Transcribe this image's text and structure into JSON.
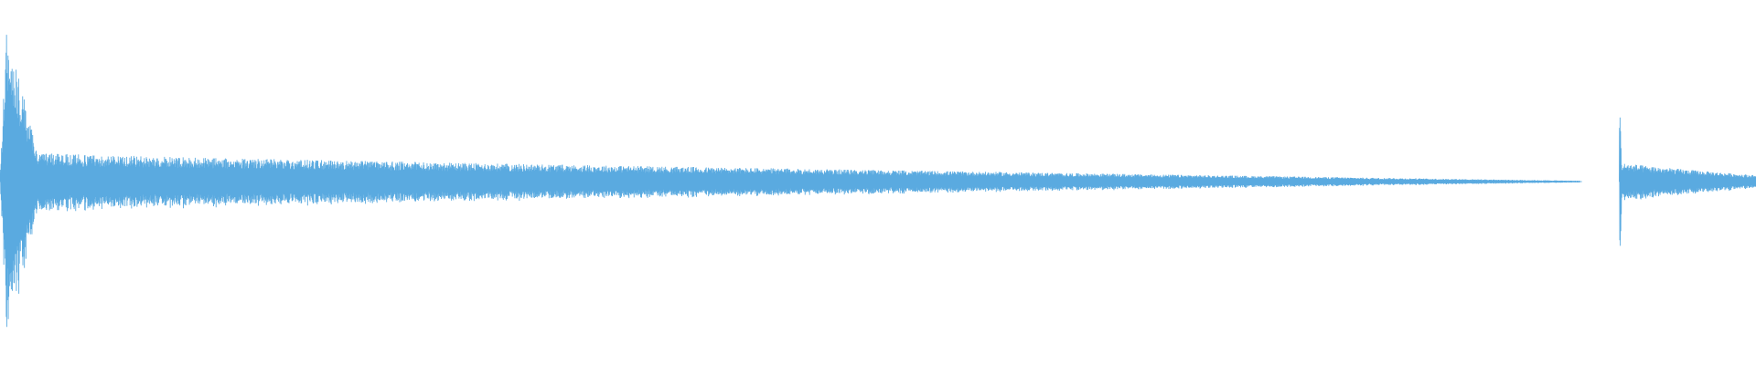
{
  "waveform": {
    "color": "#5aaae0",
    "background": "#ffffff",
    "events": [
      {
        "name": "first-hit",
        "start_fraction": 0.0,
        "end_fraction": 0.9,
        "peak_amplitude": 0.95,
        "attack_fraction": 0.004,
        "fast_decay_fraction": 0.02,
        "sustain_amplitude": 0.18,
        "tail_amplitude": 0.005
      },
      {
        "name": "second-hit",
        "start_fraction": 0.922,
        "end_fraction": 1.0,
        "peak_amplitude": 0.62,
        "attack_fraction": 0.003,
        "fast_decay_fraction": 0.015,
        "sustain_amplitude": 0.12,
        "tail_amplitude": 0.04
      }
    ]
  }
}
